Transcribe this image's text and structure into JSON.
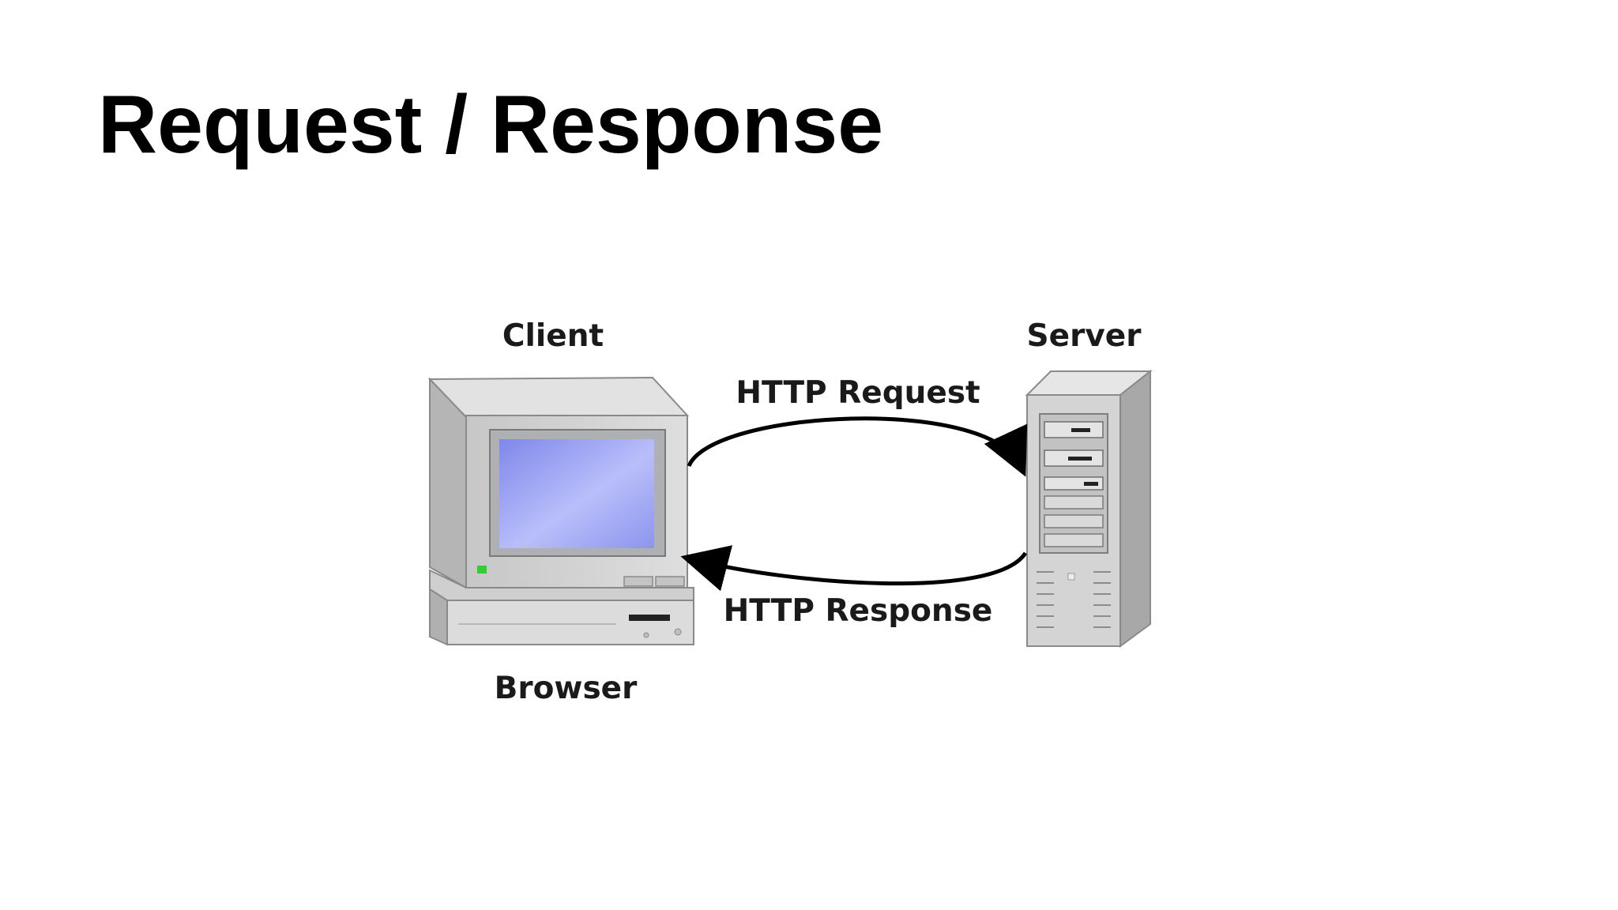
{
  "slide": {
    "title": "Request / Response"
  },
  "diagram": {
    "client_label": "Client",
    "server_label": "Server",
    "browser_label": "Browser",
    "request_label": "HTTP Request",
    "response_label": "HTTP Response"
  },
  "colors": {
    "title": "#000000",
    "label": "#1a1a1a",
    "arrow": "#000000",
    "screen": "#9aa4f2",
    "casing": "#d2d2d2",
    "casing_dark": "#a9a9a9",
    "power_led": "#33cc33"
  }
}
